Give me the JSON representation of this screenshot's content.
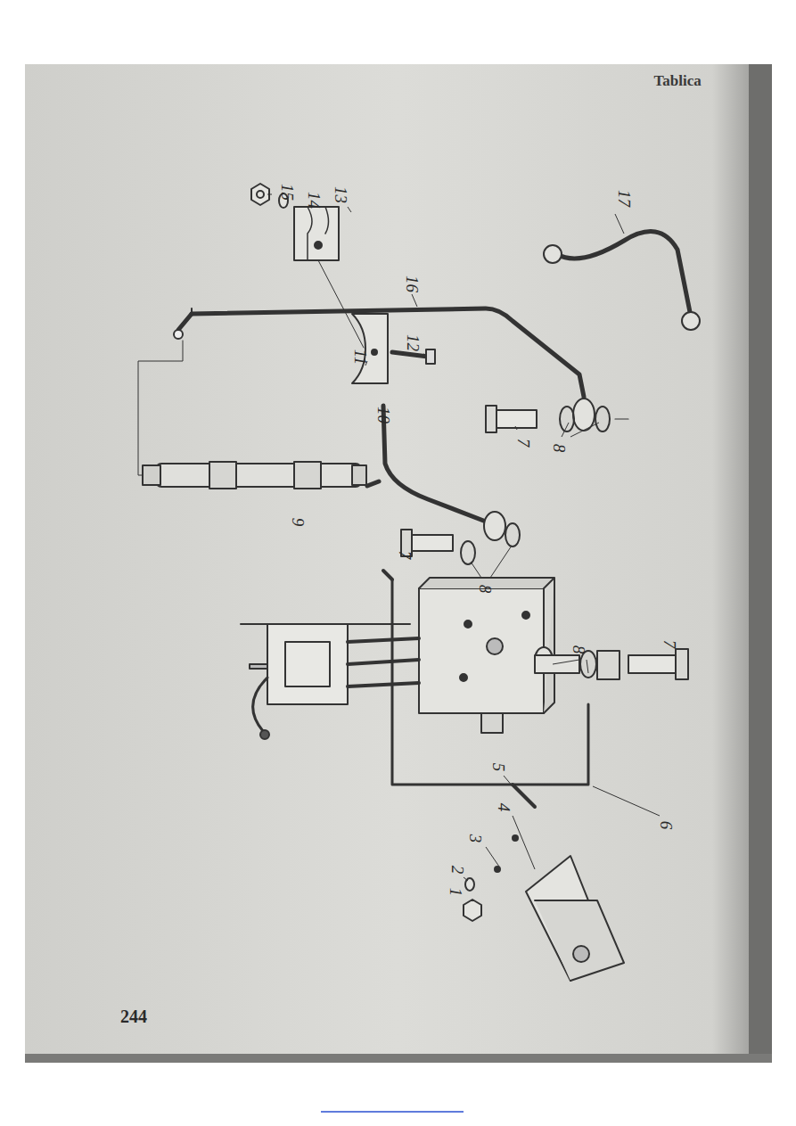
{
  "diagram": {
    "labels": [
      "Tablica",
      "13",
      "14",
      "15",
      "16",
      "11",
      "12",
      "17",
      "10",
      "9",
      "7",
      "8",
      "7",
      "8",
      "7",
      "8",
      "5",
      "4",
      "3",
      "2",
      "1",
      "6",
      "244"
    ]
  }
}
